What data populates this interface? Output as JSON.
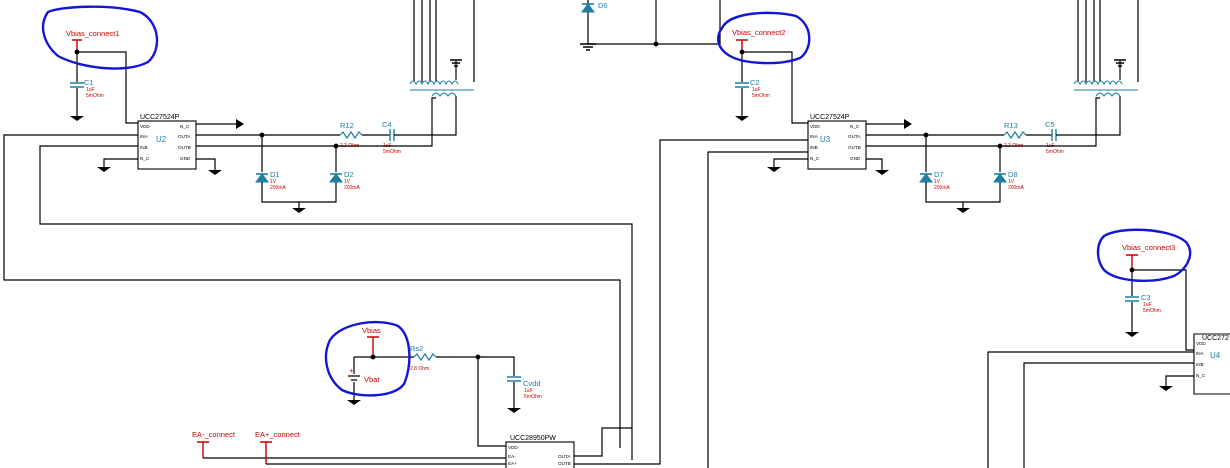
{
  "nets": {
    "vbias1": "Vbias_connect1",
    "vbias2": "Vbias_connect2",
    "vbias3": "Vbias_connect3",
    "vbias": "Vbias",
    "ea_minus": "EA-_connect",
    "ea_plus": "EA+_connect"
  },
  "drivers": {
    "part": "UCC27524P",
    "part_partial": "UCC272",
    "u2": "U2",
    "u3": "U3",
    "u4": "U4",
    "pins": {
      "vdd": "VDD",
      "ina": "INA",
      "inb": "INB",
      "nc": "N_C",
      "outa": "OUTA",
      "outb": "OUTB",
      "gnd": "GND"
    }
  },
  "controller": {
    "part": "UCC28950PW",
    "pins": {
      "vdd": "VDD",
      "ea_minus": "EA-",
      "ea_plus": "EA+",
      "outa": "OUTA",
      "outb": "OUTB"
    }
  },
  "components": {
    "c1": "C1",
    "c2": "C2",
    "c3": "C3",
    "c4": "C4",
    "c5": "C5",
    "cvdd": "Cvdd",
    "r12": "R12",
    "r13": "R13",
    "rs2": "Rs2",
    "d1": "D1",
    "d2": "D2",
    "d6": "D6",
    "d7": "D7",
    "d8": "D8",
    "vbat": "Vbat",
    "plus": "+"
  },
  "values": {
    "cap_val": "1uF",
    "cap_esr": "5mOhm",
    "res_val": "2.2 Ohm",
    "rs2_val": "2.8 Ohm",
    "diode_v": "1V",
    "diode_i": "200mA"
  },
  "colors": {
    "wire": "#000000",
    "component": "#1e7fa0",
    "net_label": "#d00000",
    "annotation_circle": "#1515d6"
  }
}
